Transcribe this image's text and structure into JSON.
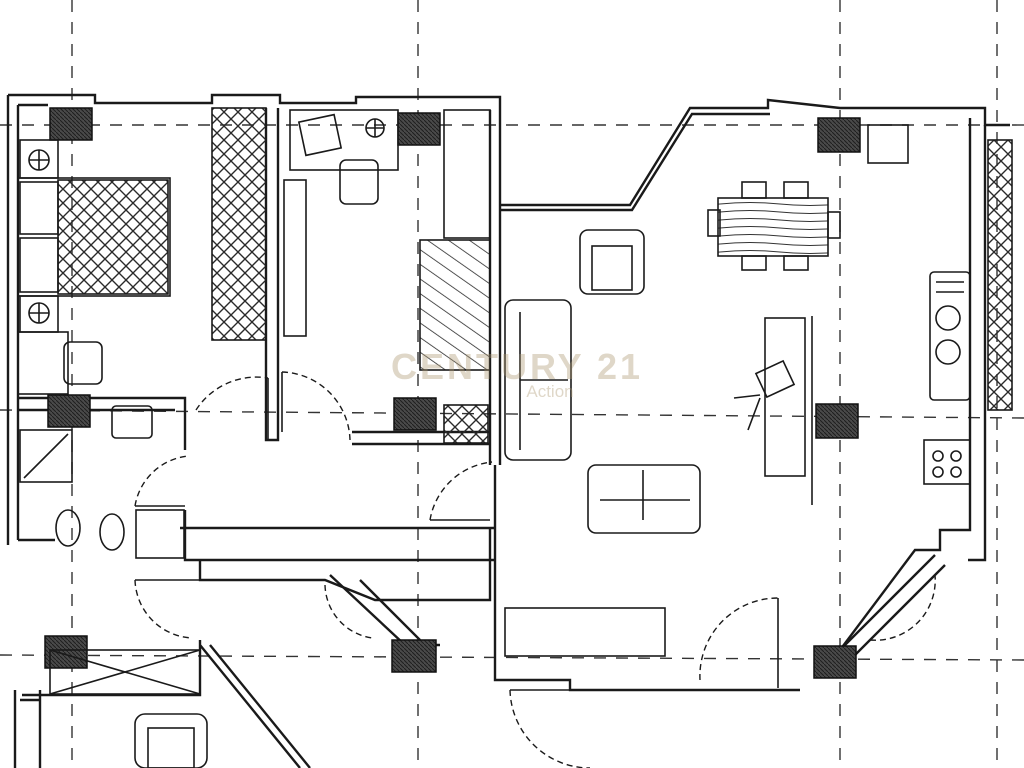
{
  "image": {
    "kind": "architectural floor plan",
    "style": "photocopied line drawing"
  },
  "watermark": {
    "brand": "CENTURY 21",
    "office": "Action",
    "color": "#b49b6e"
  },
  "colors": {
    "line": "#1a1a1a",
    "column_fill": "#3a3a3a",
    "hatch": "#2a2a2a",
    "paper": "#ffffff"
  }
}
